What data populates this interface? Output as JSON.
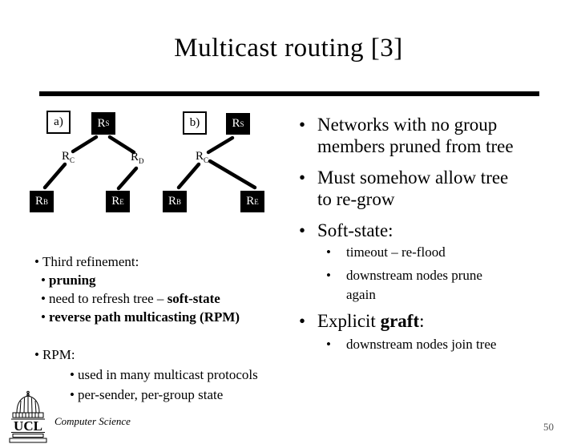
{
  "title": "Multicast routing [3]",
  "bullet": "•",
  "diagrams": {
    "a": {
      "label": "a)",
      "nodes": {
        "rs": {
          "base": "R",
          "sub": "S"
        },
        "rc": {
          "base": "R",
          "sub": "C"
        },
        "rd": {
          "base": "R",
          "sub": "D"
        },
        "rb": {
          "base": "R",
          "sub": "B"
        },
        "re": {
          "base": "R",
          "sub": "E"
        }
      },
      "edges": [
        [
          "rs",
          "rc"
        ],
        [
          "rs",
          "rd"
        ],
        [
          "rc",
          "rb"
        ],
        [
          "rd",
          "re"
        ]
      ]
    },
    "b": {
      "label": "b)",
      "nodes": {
        "rs": {
          "base": "R",
          "sub": "S"
        },
        "rc": {
          "base": "R",
          "sub": "C"
        },
        "rb": {
          "base": "R",
          "sub": "B"
        },
        "re": {
          "base": "R",
          "sub": "E"
        }
      },
      "edges": [
        [
          "rs",
          "rc"
        ],
        [
          "rc",
          "rb"
        ],
        [
          "rc",
          "re"
        ]
      ]
    }
  },
  "right_column": {
    "bullets": [
      {
        "lines": [
          "Networks with no group",
          "members pruned from tree"
        ]
      },
      {
        "lines": [
          "Must somehow allow tree",
          "to re-grow"
        ]
      },
      {
        "lines": [
          "Soft-state:"
        ]
      }
    ],
    "soft_state_sub": [
      {
        "line1": "timeout – re-flood",
        "line2": ""
      },
      {
        "line1": "downstream nodes prune",
        "line2": "again"
      }
    ],
    "explicit_graft": {
      "pre": "Explicit ",
      "bold": "graft",
      "post": ":"
    },
    "graft_sub": {
      "line1": "downstream nodes join tree"
    }
  },
  "left_column": {
    "refinement": {
      "heading": "Third refinement:",
      "items": [
        {
          "pre": "",
          "bold": "pruning"
        },
        {
          "pre": "need to refresh tree – ",
          "bold": "soft-state"
        },
        {
          "pre": "",
          "bold": "reverse path multicasting (RPM)"
        }
      ]
    },
    "rpm": {
      "heading": "RPM:",
      "items": [
        "used in many multicast protocols",
        "per-sender, per-group state"
      ]
    }
  },
  "footer": {
    "logo_text": "UCL",
    "department": "Computer Science",
    "page_number": "50"
  },
  "colors": {
    "text": "#000000",
    "background": "#ffffff",
    "node_fill": "#000000",
    "node_text": "#ffffff"
  }
}
